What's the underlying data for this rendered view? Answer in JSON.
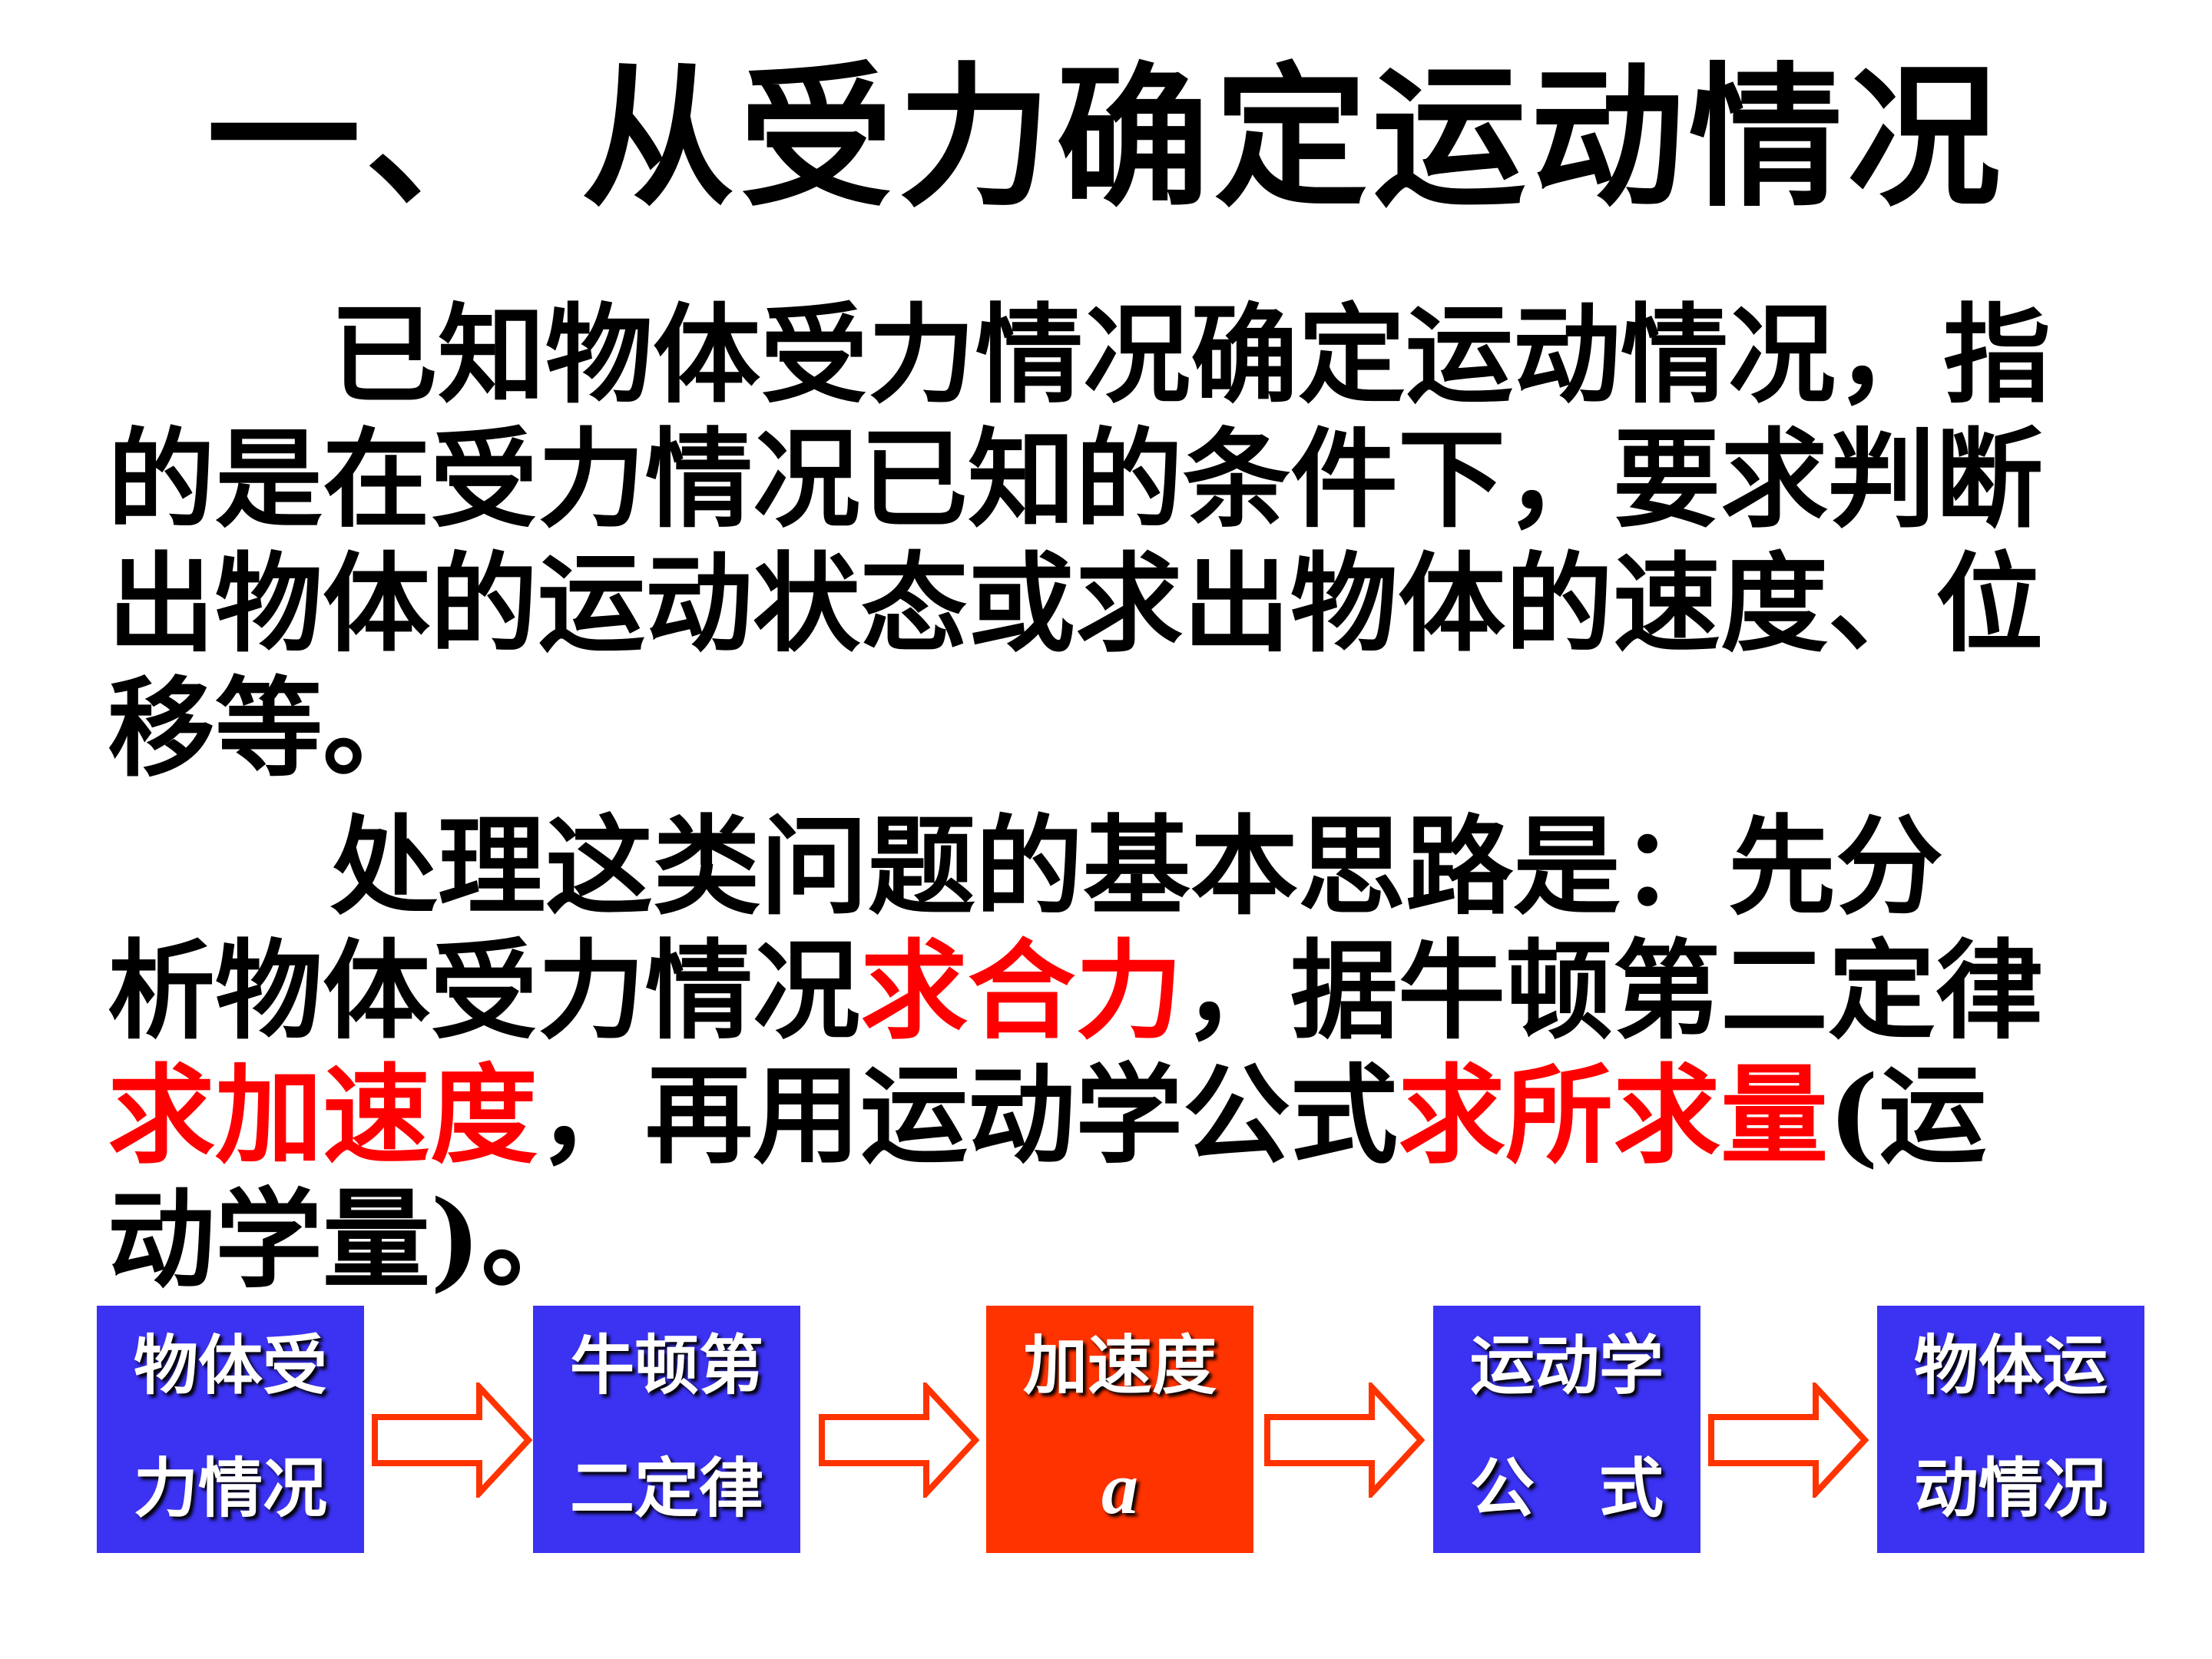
{
  "title": "一、 从受力确定运动情况",
  "paragraph1": {
    "lines": [
      "已知物体受力情况确定运动情况，指",
      "的是在受力情况已知的条件下，要求判断",
      "出物体的运动状态或求出物体的速度、位",
      "移等。"
    ]
  },
  "paragraph2": {
    "line1": "处理这类问题的基本思路是：先分",
    "line2_a": "析物体受力情况",
    "line2_red": "求合力",
    "line2_b": "，据牛顿第二定律",
    "line3_red1": "求加速度",
    "line3_a": "，再用运动学公式",
    "line3_red2": "求所求量",
    "line3_b": "(运",
    "line4": "动学量)。"
  },
  "flow": {
    "boxes": [
      {
        "line1": "物体受",
        "line2": "力情况"
      },
      {
        "line1": "牛顿第",
        "line2": "二定律"
      },
      {
        "line1": "加速度",
        "line2": "a"
      },
      {
        "line1": "运动学",
        "line2": "公　式"
      },
      {
        "line1": "物体运",
        "line2": "动情况"
      }
    ],
    "colors": {
      "box_blue": "#3b32f2",
      "box_orange": "#ff3300",
      "arrow_stroke": "#ff3300",
      "highlight_red": "#ff0000"
    }
  }
}
